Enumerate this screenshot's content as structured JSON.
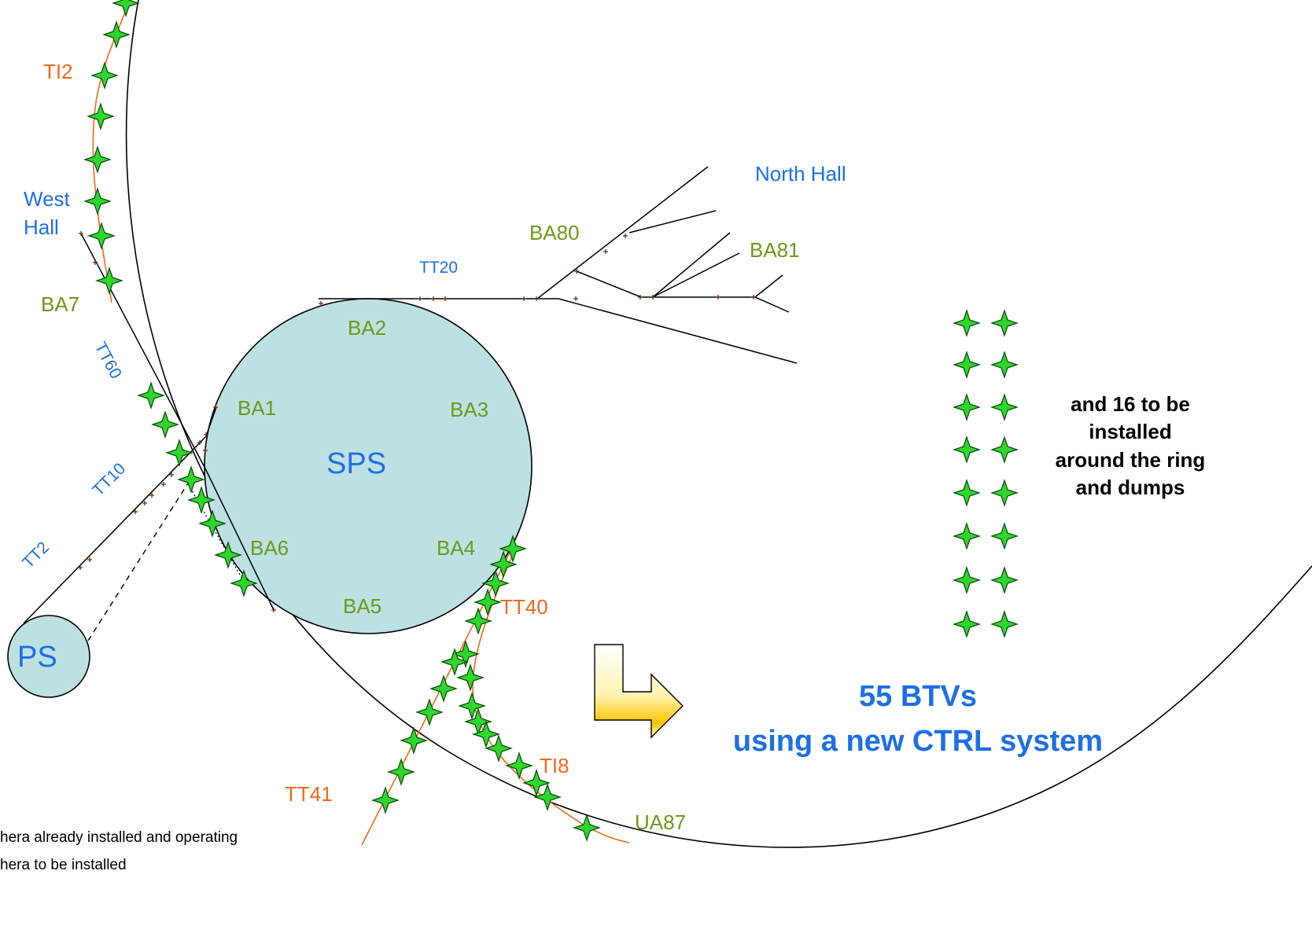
{
  "colors": {
    "blue": "#1E6FE6",
    "green": "#6B9A1A",
    "orange": "#F26A1B",
    "ring_fill": "#BDE0E3",
    "star_fill": "#2ED62E",
    "star_stroke": "#0A4A0A"
  },
  "machines": {
    "sps": "SPS",
    "ps": "PS"
  },
  "lines": {
    "ti2": "TI2",
    "tt60": "TT60",
    "tt10": "TT10",
    "tt2": "TT2",
    "tt20": "TT20",
    "tt40": "TT40",
    "tt41": "TT41",
    "ti8": "TI8"
  },
  "areas": {
    "west_hall_line1": "West",
    "west_hall_line2": "Hall",
    "north_hall": "North Hall"
  },
  "buildings": {
    "ba1": "BA1",
    "ba2": "BA2",
    "ba3": "BA3",
    "ba4": "BA4",
    "ba5": "BA5",
    "ba6": "BA6",
    "ba7": "BA7",
    "ba80": "BA80",
    "ba81": "BA81",
    "ua87": "UA87"
  },
  "notes": {
    "to_install_line1": "and 16 to be",
    "to_install_line2": "installed",
    "to_install_line3": "around the ring",
    "to_install_line4": "and dumps",
    "summary_line1": "55 BTVs",
    "summary_line2": "using a new CTRL system"
  },
  "legend": {
    "installed": "hera already installed and operating",
    "to_install": "hera to be installed"
  }
}
